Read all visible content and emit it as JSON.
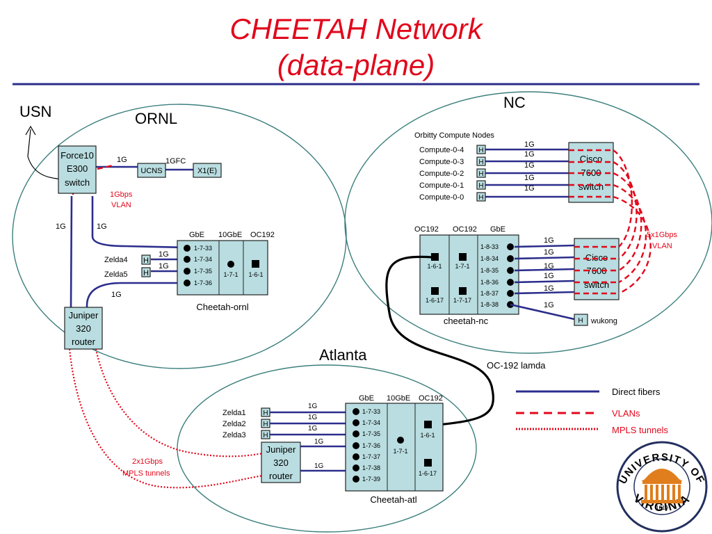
{
  "title": {
    "line1": "CHEETAH Network",
    "line2": "(data-plane)"
  },
  "colors": {
    "accent": "#e2071b",
    "fiber": "#2b2d8c",
    "node_fill": "#b9dde0",
    "divider": "#2b2d8c",
    "ellipse": "#3b7f7d",
    "uva_orange": "#e07e1e",
    "uva_navy": "#23305f"
  },
  "regions": {
    "ornl": "ORNL",
    "nc": "NC",
    "atlanta": "Atlanta",
    "usn": "USN"
  },
  "ornl": {
    "force10": {
      "line1": "Force10",
      "line2": "E300",
      "line3": "switch"
    },
    "ucns": "UCNS",
    "x1e": "X1(E)",
    "link_1g_ucns": "1G",
    "link_1gfc": "1GFC",
    "vlan_label": {
      "line1": "1Gbps",
      "line2": "VLAN"
    },
    "link_1g_left": "1G",
    "link_1g_right": "1G",
    "zelda4": "Zelda4",
    "zelda5": "Zelda5",
    "host": "H",
    "link_zelda4": "1G",
    "link_zelda5": "1G",
    "link_juniper": "1G",
    "juniper": {
      "line1": "Juniper",
      "line2": "320",
      "line3": "router"
    },
    "cheetah": {
      "col_gbe": "GbE",
      "col_10gbe": "10GbE",
      "col_oc192": "OC192",
      "ports": [
        "1-7-33",
        "1-7-34",
        "1-7-35",
        "1-7-36"
      ],
      "mid_port": "1-7-1",
      "right_port": "1-6-1",
      "name": "Cheetah-ornl"
    }
  },
  "nc": {
    "orbitty": "Orbitty Compute Nodes",
    "compute": [
      "Compute-0-4",
      "Compute-0-3",
      "Compute-0-2",
      "Compute-0-1",
      "Compute-0-0"
    ],
    "compute_links": [
      "1G",
      "1G",
      "1G",
      "1G",
      "1G"
    ],
    "cisco_top": {
      "line1": "Cisco",
      "line2": "7600",
      "line3": "switch"
    },
    "cisco_bottom": {
      "line1": "Cisco",
      "line2": "7600",
      "line3": "switch"
    },
    "vlan_label": {
      "line1": "5x1Gbps",
      "line2": "VLAN"
    },
    "cheetah": {
      "col_oc192a": "OC192",
      "col_oc192b": "OC192",
      "col_gbe": "GbE",
      "ports": [
        "1-8-33",
        "1-8-34",
        "1-8-35",
        "1-8-36",
        "1-8-37",
        "1-8-38"
      ],
      "port_links": [
        "1G",
        "1G",
        "1G",
        "1G",
        "1G",
        "1G"
      ],
      "left_top": "1-6-1",
      "left_bottom": "1-6-17",
      "mid_top": "1-7-1",
      "mid_bottom": "1-7-17",
      "name": "cheetah-nc"
    },
    "wukong": "wukong",
    "host": "H"
  },
  "atlanta": {
    "zelda": [
      "Zelda1",
      "Zelda2",
      "Zelda3"
    ],
    "zelda_links": [
      "1G",
      "1G",
      "1G"
    ],
    "host": "H",
    "juniper": {
      "line1": "Juniper",
      "line2": "320",
      "line3": "router"
    },
    "juniper_links": [
      "1G",
      "1G"
    ],
    "mpls_label": {
      "line1": "2x1Gbps",
      "line2": "MPLS tunnels"
    },
    "cheetah": {
      "col_gbe": "GbE",
      "col_10gbe": "10GbE",
      "col_oc192": "OC192",
      "ports": [
        "1-7-33",
        "1-7-34",
        "1-7-35",
        "1-7-36",
        "1-7-37",
        "1-7-38",
        "1-7-39"
      ],
      "mid_port": "1-7-1",
      "right_top": "1-6-1",
      "right_bottom": "1-6-17",
      "name": "Cheetah-atl"
    }
  },
  "oc192_lamda": "OC-192 lamda",
  "legend": {
    "direct": "Direct fibers",
    "vlans": "VLANs",
    "mpls": "MPLS tunnels"
  },
  "logo": {
    "top_text": "UNIVERSITY OF",
    "bottom_text": "VIRGINIA",
    "year": "1819"
  }
}
